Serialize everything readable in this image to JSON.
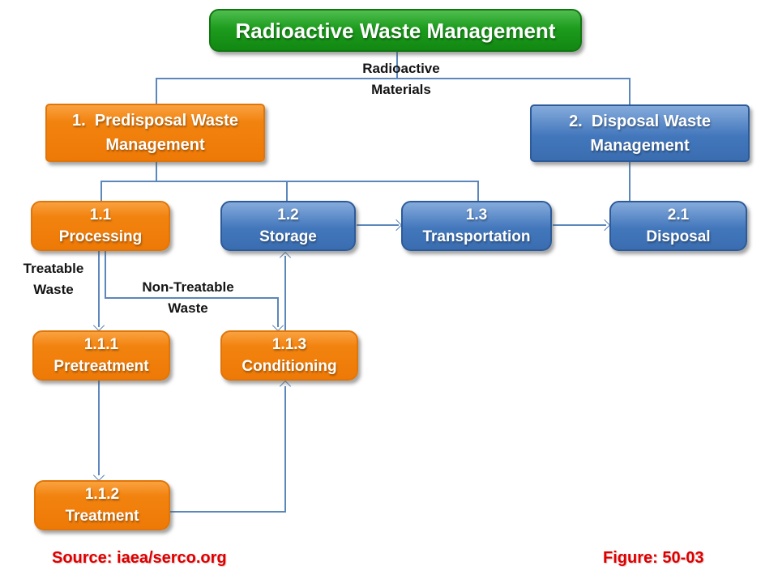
{
  "title": "Radioactive Waste Management",
  "nodes": {
    "predisposal": {
      "line1": "1.  Predisposal Waste",
      "line2": "Management"
    },
    "disposal_management": {
      "line1": "2.  Disposal Waste",
      "line2": "Management"
    },
    "processing": {
      "line1": "1.1",
      "line2": "Processing"
    },
    "storage": {
      "line1": "1.2",
      "line2": "Storage"
    },
    "transportation": {
      "line1": "1.3",
      "line2": "Transportation"
    },
    "disposal": {
      "line1": "2.1",
      "line2": "Disposal"
    },
    "pretreatment": {
      "line1": "1.1.1",
      "line2": "Pretreatment"
    },
    "treatment": {
      "line1": "1.1.2",
      "line2": "Treatment"
    },
    "conditioning": {
      "line1": "1.1.3",
      "line2": "Conditioning"
    }
  },
  "labels": {
    "radioactive_materials": {
      "line1": "Radioactive",
      "line2": "Materials"
    },
    "treatable_waste": {
      "line1": "Treatable",
      "line2": "Waste"
    },
    "non_treatable_waste": {
      "line1": "Non-Treatable",
      "line2": "Waste"
    }
  },
  "footer": {
    "source": "Source: iaea/serco.org",
    "figure": "Figure: 50-03"
  },
  "colors": {
    "green": "#1E9C1E",
    "orange": "#F0800F",
    "blue": "#3E74B9",
    "connector": "#5B87BA",
    "label_text": "#141414",
    "footer_text": "#DD0000"
  },
  "edges": [
    {
      "from": "Radioactive Waste Management",
      "to": "1. Predisposal Waste Management",
      "label": "Radioactive Materials",
      "arrow": false
    },
    {
      "from": "Radioactive Waste Management",
      "to": "2. Disposal Waste Management",
      "label": "Radioactive Materials",
      "arrow": false
    },
    {
      "from": "1. Predisposal Waste Management",
      "to": "1.1 Processing",
      "arrow": false
    },
    {
      "from": "1. Predisposal Waste Management",
      "to": "1.2 Storage",
      "arrow": false
    },
    {
      "from": "1. Predisposal Waste Management",
      "to": "1.3 Transportation",
      "arrow": false
    },
    {
      "from": "2. Disposal Waste Management",
      "to": "2.1 Disposal",
      "arrow": false
    },
    {
      "from": "1.2 Storage",
      "to": "1.3 Transportation",
      "arrow": true
    },
    {
      "from": "1.3 Transportation",
      "to": "2.1 Disposal",
      "arrow": true
    },
    {
      "from": "1.1 Processing",
      "to": "1.1.1 Pretreatment",
      "label": "Treatable Waste",
      "arrow": true
    },
    {
      "from": "1.1 Processing",
      "to": "1.1.3 Conditioning",
      "label": "Non-Treatable Waste",
      "arrow": true
    },
    {
      "from": "1.1.1 Pretreatment",
      "to": "1.1.2 Treatment",
      "arrow": true
    },
    {
      "from": "1.1.2 Treatment",
      "to": "1.1.3 Conditioning",
      "arrow": true
    },
    {
      "from": "1.1.3 Conditioning",
      "to": "1.2 Storage",
      "arrow": true
    }
  ]
}
